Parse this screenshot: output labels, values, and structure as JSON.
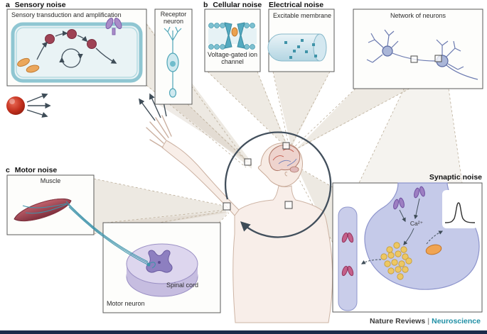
{
  "figure": {
    "panel_a": {
      "letter": "a",
      "title": "Sensory noise"
    },
    "panel_b": {
      "letter": "b",
      "title": "Cellular noise"
    },
    "electrical": {
      "title": "Electrical noise"
    },
    "panel_c": {
      "letter": "c",
      "title": "Motor noise"
    },
    "synaptic": {
      "title": "Synaptic noise"
    },
    "boxes": {
      "sensory_transduction": {
        "label": "Sensory transduction and amplification"
      },
      "receptor_neuron": {
        "label": "Receptor neuron"
      },
      "ion_channel": {
        "label": "Voltage-gated ion channel"
      },
      "excitable_membrane": {
        "label": "Excitable membrane"
      },
      "network": {
        "label": "Network of neurons"
      },
      "muscle": {
        "label": "Muscle"
      },
      "motor_neuron": {
        "label": "Motor neuron"
      },
      "spinal_cord": {
        "label": "Spinal cord"
      },
      "calcium": {
        "label": "Ca²⁺"
      }
    },
    "footer": {
      "journal": "Nature Reviews",
      "separator": "|",
      "field": "Neuroscience"
    },
    "colors": {
      "accent_teal": "#1f8fa5",
      "beam_beige": "#d2c7b6",
      "membrane_teal": "#6db6c8",
      "neuron_blue": "#6b7ab0",
      "synapse_lavender": "#c5cae9",
      "vesicle_yellow": "#edc763",
      "muscle_red": "#a84a57",
      "ball_red": "#c22f1d",
      "spinal_purple": "#8d7fc0",
      "footer_bar_navy": "#1b2a4a"
    }
  }
}
